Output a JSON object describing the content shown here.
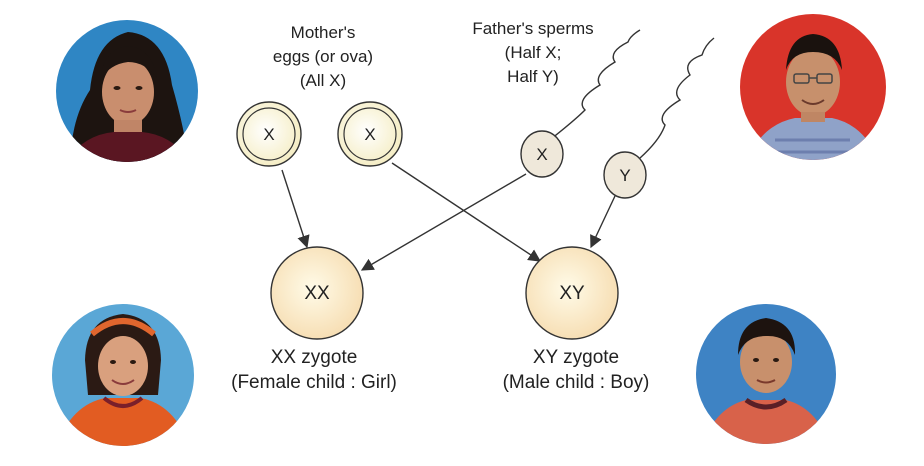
{
  "labels": {
    "mother": [
      "Mother's",
      "eggs (or ova)",
      "(All X)"
    ],
    "father": [
      "Father's sperms",
      "(Half X;",
      "Half Y)"
    ],
    "girl_zygote": [
      "XX zygote",
      "(Female child : Girl)"
    ],
    "boy_zygote": [
      "XY zygote",
      "(Male child : Boy)"
    ]
  },
  "eggs": [
    {
      "chromosome": "X"
    },
    {
      "chromosome": "X"
    }
  ],
  "sperms": [
    {
      "chromosome": "X"
    },
    {
      "chromosome": "Y"
    }
  ],
  "zygotes": [
    {
      "chromosomes": "XX"
    },
    {
      "chromosomes": "XY"
    }
  ],
  "photos": [
    "mother-photo",
    "father-photo",
    "girl-photo",
    "boy-photo"
  ],
  "colors": {
    "cell_fill": "#fbf5d2",
    "zygote_fill": "#fbeccc",
    "sperm_fill": "#efe8da",
    "stroke": "#333333",
    "mother_bg": "#2f86c4",
    "father_bg": "#d9342a",
    "girl_bg": "#5aa7d6",
    "boy_bg": "#3e83c4"
  }
}
